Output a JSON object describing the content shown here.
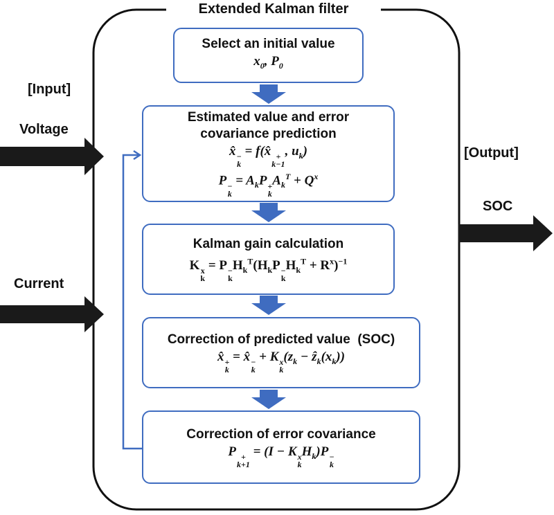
{
  "frame": {
    "title": "Extended Kalman filter"
  },
  "inputs": {
    "heading": "[Input]",
    "voltage": "Voltage",
    "current": "Current"
  },
  "outputs": {
    "heading": "[Output]",
    "soc": "SOC"
  },
  "steps": [
    {
      "title": "Select an initial value"
    },
    {
      "title_line1": "Estimated value and error",
      "title_line2": "covariance prediction"
    },
    {
      "title": "Kalman gain calculation"
    },
    {
      "title": "Correction of predicted value  (SOC)"
    },
    {
      "title": "Correction of error covariance"
    }
  ],
  "colors": {
    "box_border": "#3f6cc0",
    "down_arrow": "#3f6cc0",
    "feedback_line": "#3f6cc0",
    "io_arrow": "#1a1a1a"
  }
}
